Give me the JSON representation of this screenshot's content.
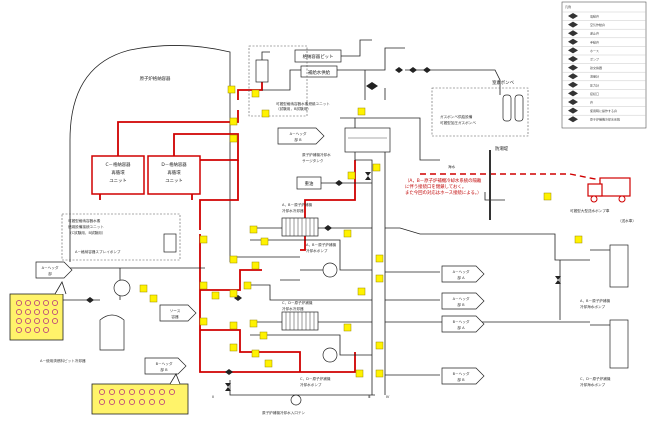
{
  "containment": {
    "label": "原子炉格納容器"
  },
  "chambers": {
    "c": [
      "C－格納容器",
      "再循環",
      "ユニット"
    ],
    "d": [
      "D－格納容器",
      "再循環",
      "ユニット"
    ]
  },
  "pit": {
    "label": "格納容器ピット"
  },
  "supply_tank": {
    "label": "補給水供給"
  },
  "ion_unit": {
    "lines": [
      "可搬型格納容器水素燃焼ユニット",
      "（試験用，B試験用）"
    ]
  },
  "header_mid": {
    "lines": [
      "A－ヘッダ",
      "部 B"
    ]
  },
  "surge_tank": {
    "lines": [
      "原子炉補機冷却水",
      "サージタンク"
    ]
  },
  "nitrogen": {
    "label": "窒素ボンベ",
    "lines": [
      "ガスボンベ供給設備",
      "可搬型加圧ガスボンベ"
    ]
  },
  "bunker": {
    "label": "重油"
  },
  "note": {
    "lines": [
      "（A，B－原子炉補機冷却水系統の隔離",
      "に伴う接続口を閉鎖しておく。",
      "また今回の対応はホース接続による。）"
    ]
  },
  "sea_wall": {
    "label": "防潮堤"
  },
  "seawater": {
    "label": "海水"
  },
  "truck": {
    "lines": [
      "可搬型大型送水ポンプ車"
    ],
    "note": "（送水車）"
  },
  "hx_ab": {
    "lines": [
      "A，B－原子炉補機",
      "冷却水冷却器"
    ]
  },
  "hx_cd": {
    "lines": [
      "C，D－原子炉補機",
      "冷却水冷却器"
    ]
  },
  "pump_ab_ccw": {
    "lines": [
      "A，B－原子炉補機",
      "冷却水ポンプ"
    ]
  },
  "pump_cd_ccw": {
    "lines": [
      "C，D－原子炉補機",
      "冷却水ポンプ"
    ]
  },
  "aux_ion": {
    "lines": [
      "可搬型格納容器水素",
      "燃焼設備接続ユニット",
      "（C試験用，B試験用）"
    ]
  },
  "heat_pump": {
    "label": "A－格納容器スプレイポンプ"
  },
  "a_header": {
    "lines": [
      "A－ヘッダ",
      "部"
    ]
  },
  "spent_fuel": {
    "label": "A－使用済燃料ピット冷却器"
  },
  "lower_header": {
    "lines": [
      "B－ヘッダ",
      "部 B"
    ]
  },
  "surge_small": {
    "lines": [
      "ソース",
      "容器"
    ]
  },
  "inlet_label": {
    "label": "原子炉補機冷却水入口テン"
  },
  "headers_right": [
    {
      "lines": [
        "A－ヘッダ",
        "部 A"
      ]
    },
    {
      "lines": [
        "A－ヘッダ",
        "部 B"
      ]
    },
    {
      "lines": [
        "B－ヘッダ",
        "部 A"
      ]
    },
    {
      "lines": [
        "B－ヘッダ",
        "部 B"
      ]
    }
  ],
  "sw_pump_ab": {
    "lines": [
      "A，B－原子炉補機",
      "冷却海水ポンプ"
    ]
  },
  "sw_pump_cd": {
    "lines": [
      "C，D－原子炉補機",
      "冷却海水ポンプ"
    ]
  },
  "tags": [
    "Ⅱ",
    "Ⅲ",
    "Ⅳ"
  ],
  "legend": {
    "title": "凡例",
    "rows": [
      "電動弁",
      "空気作動弁",
      "逆止弁",
      "手動弁",
      "ホース",
      "ポンプ",
      "熱交換器",
      "流量計",
      "圧力計",
      "接続口",
      "弁",
      "使用時に操作する弁",
      "原子炉補機冷却水系統"
    ]
  }
}
